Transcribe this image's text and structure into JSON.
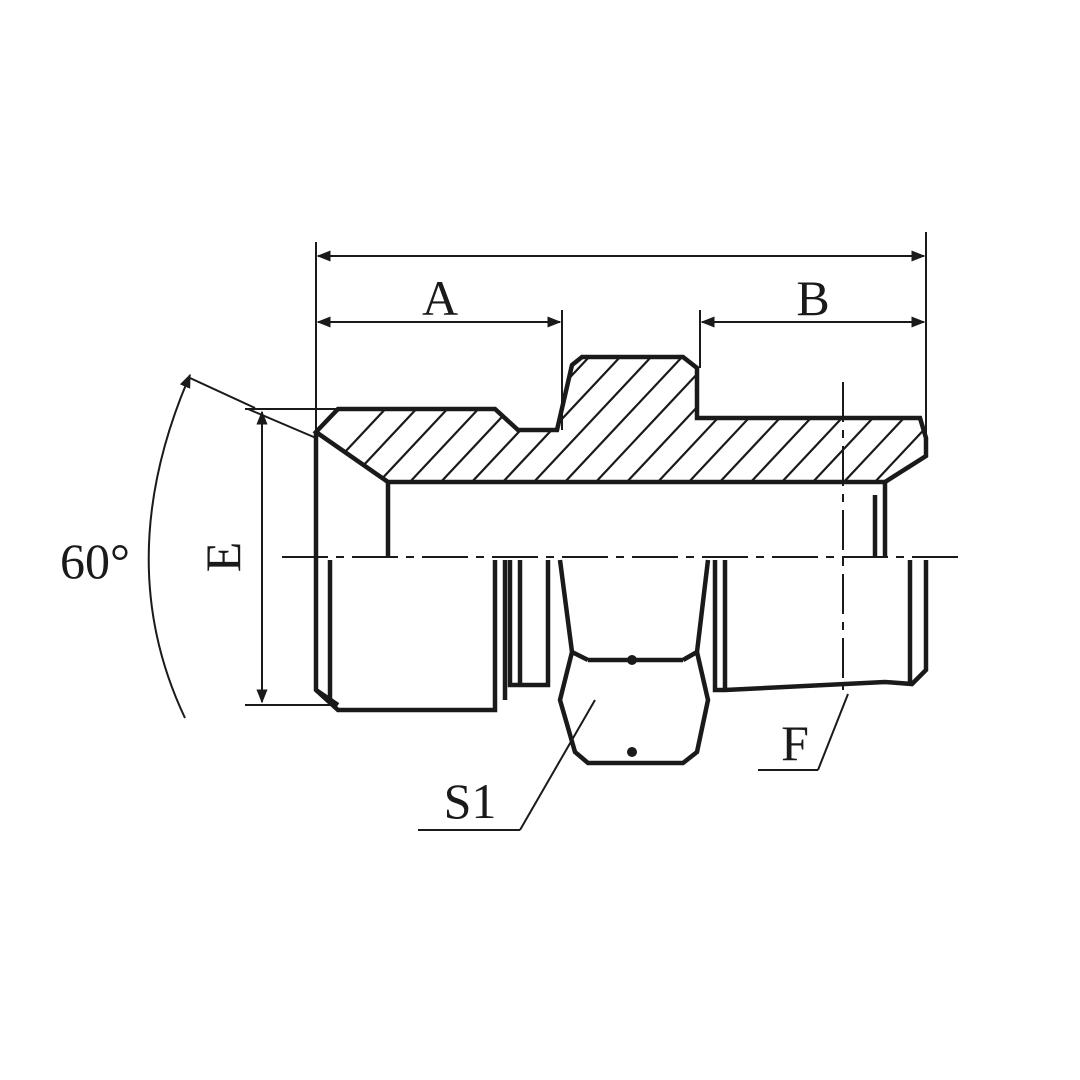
{
  "drawing": {
    "dimension_labels": {
      "a": "A",
      "b": "B",
      "e": "E",
      "f": "F",
      "s1": "S1",
      "angle": "60°"
    }
  }
}
